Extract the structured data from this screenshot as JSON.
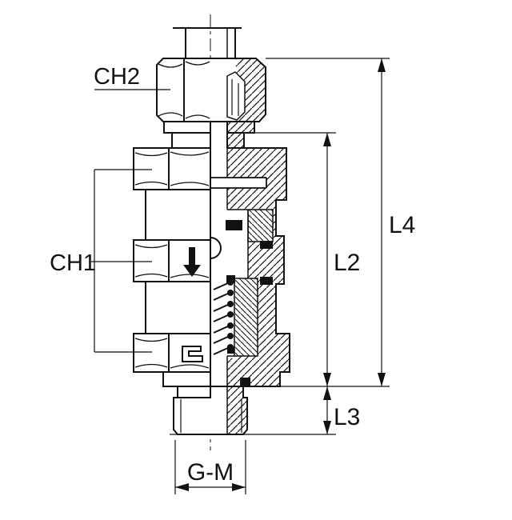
{
  "drawing": {
    "type": "technical-cross-section-fitting",
    "labels": {
      "ch2": "CH2",
      "ch1": "CH1",
      "l4": "L4",
      "l2": "L2",
      "l3": "L3",
      "gm": "G-M"
    },
    "icons": {
      "flow_arrow": "down-arrow",
      "logo": "manufacturer-mark"
    },
    "colors": {
      "line": "#111111",
      "background": "#ffffff",
      "seal": "#111111"
    }
  }
}
